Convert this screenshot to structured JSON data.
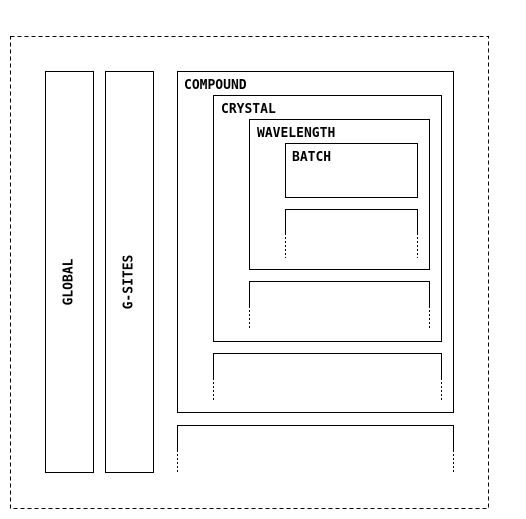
{
  "diagram": {
    "labels": {
      "global": "GLOBAL",
      "gsites": "G-SITES",
      "compound": "COMPOUND",
      "crystal": "CRYSTAL",
      "wavelength": "WAVELENGTH",
      "batch": "BATCH"
    }
  }
}
